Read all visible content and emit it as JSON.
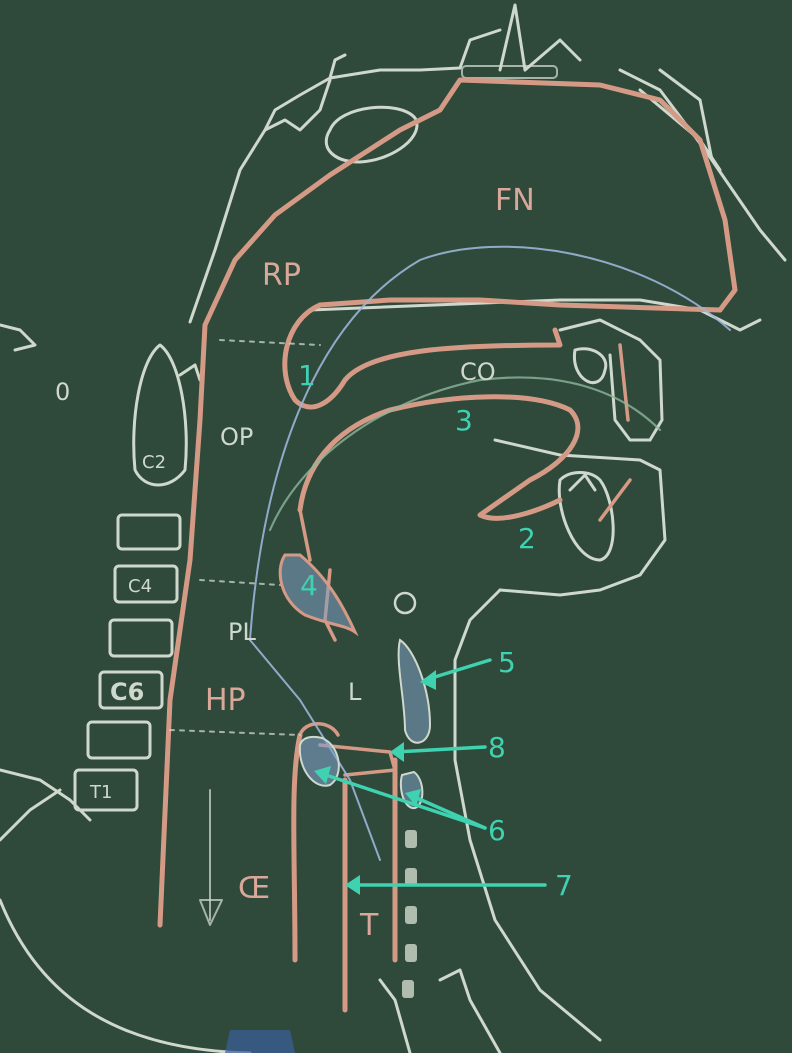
{
  "regions": {
    "fn": "FN",
    "rp": "RP",
    "co": "CO",
    "op": "OP",
    "pl": "PL",
    "hp": "HP",
    "l": "L",
    "oe": "Œ",
    "t": "T",
    "c2": "C2",
    "c4": "C4",
    "c6": "C6",
    "t1": "T1",
    "zero": "0"
  },
  "numbers": [
    "1",
    "2",
    "3",
    "4",
    "5",
    "6",
    "7",
    "8"
  ],
  "colors": {
    "board": "#2f4a3b",
    "chalk_white": "#cfd8cc",
    "chalk_pink": "#d59a86",
    "chalk_teal": "#3fd2b1",
    "chalk_blue": "#9bb5d8"
  }
}
